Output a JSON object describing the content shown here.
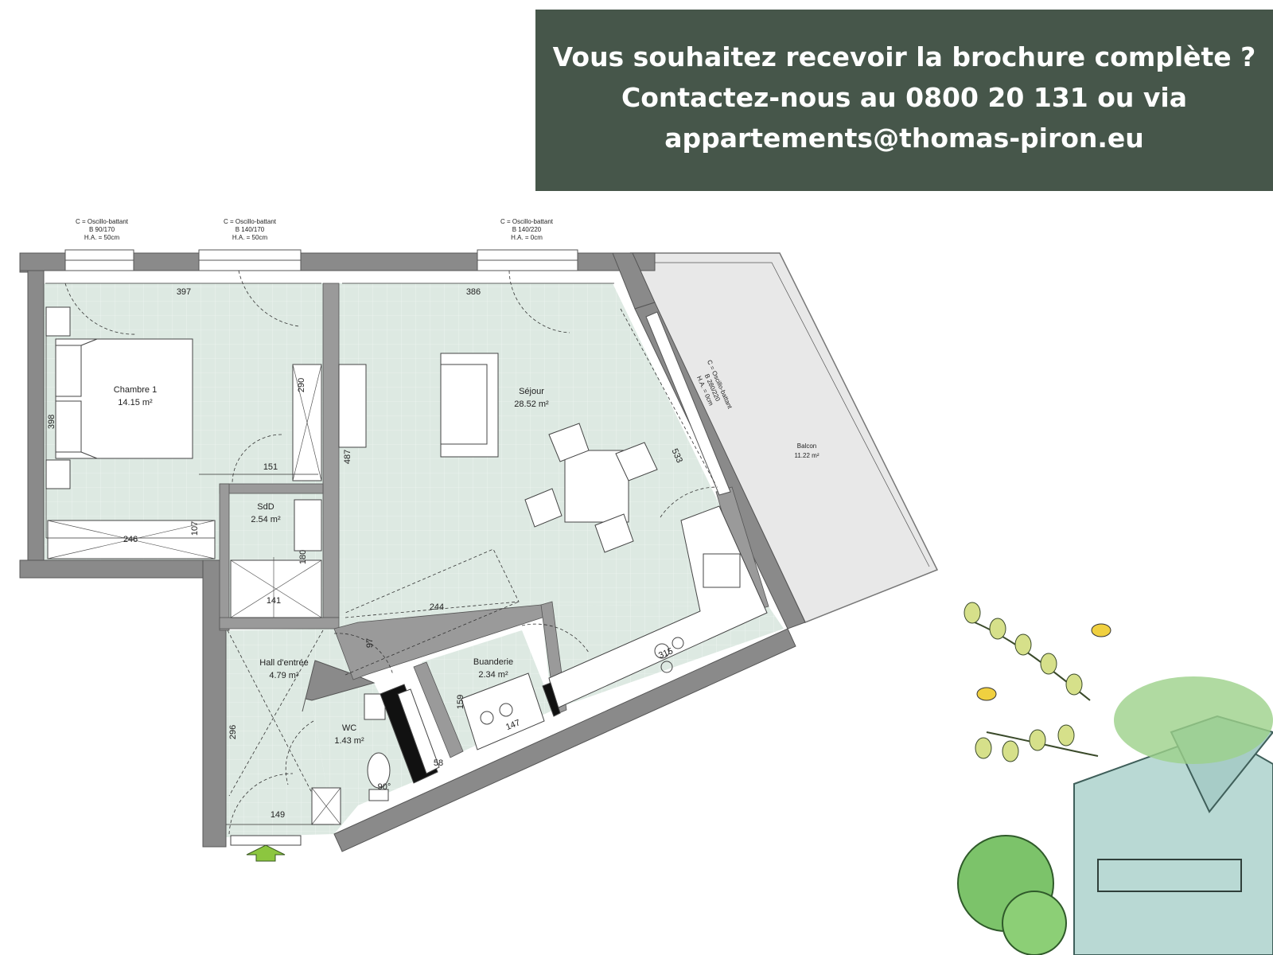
{
  "banner": {
    "line1": "Vous souhaitez recevoir la brochure complète ?",
    "line2": "Contactez-nous au 0800 20 131 ou via",
    "line3": "appartements@thomas-piron.eu"
  },
  "windows": {
    "w1": {
      "line1": "C = Oscillo-battant",
      "line2": "B 90/170",
      "line3": "H.A. = 50cm"
    },
    "w2": {
      "line1": "C = Oscillo-battant",
      "line2": "B 140/170",
      "line3": "H.A. = 50cm"
    },
    "w3": {
      "line1": "C = Oscillo-battant",
      "line2": "B 140/220",
      "line3": "H.A. = 0cm"
    },
    "w4": {
      "line1": "C = Oscillo-battant",
      "line2": "B 280/220",
      "line3": "H.A. = 0cm"
    }
  },
  "rooms": {
    "chambre": {
      "name": "Chambre 1",
      "area": "14.15 m²"
    },
    "sejour": {
      "name": "Séjour",
      "area": "28.52 m²"
    },
    "balcon": {
      "name": "Balcon",
      "area": "11.22 m²"
    },
    "sdd": {
      "name": "SdD",
      "area": "2.54 m²"
    },
    "hall": {
      "name": "Hall d'entrée",
      "area": "4.79 m²"
    },
    "wc": {
      "name": "WC",
      "area": "1.43 m²"
    },
    "buanderie": {
      "name": "Buanderie",
      "area": "2.34 m²"
    }
  },
  "dimensions": {
    "d397": "397",
    "d386": "386",
    "d398": "398",
    "d290": "290",
    "d487": "487",
    "d533": "533",
    "d151": "151",
    "d246": "246",
    "d107": "107",
    "d180": "180",
    "d141": "141",
    "d244": "244",
    "d97": "97",
    "d159": "159",
    "d147": "147",
    "d315": "315",
    "d296": "296",
    "d149": "149",
    "d58": "58",
    "d90": "90°"
  },
  "colors": {
    "banner_bg": "#46564a",
    "room_fill": "#dde9e2",
    "balcony_fill": "#e8e8e8",
    "wall": "#8a8a8a",
    "entrance_arrow": "#8cc63f"
  }
}
